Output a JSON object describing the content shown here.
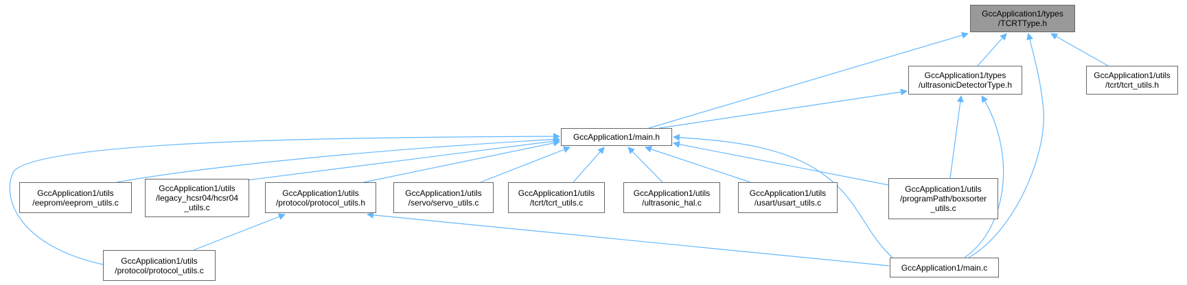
{
  "colors": {
    "edge": "#63b8ff",
    "node_border": "#666666",
    "current_node_fill": "#999999"
  },
  "nodes": {
    "tcrttype_h": {
      "lines": [
        "GccApplication1/types",
        "/TCRTType.h"
      ],
      "current": true
    },
    "ultrasonicdetectortype_h": {
      "lines": [
        "GccApplication1/types",
        "/ultrasonicDetectorType.h"
      ]
    },
    "tcrt_utils_h": {
      "lines": [
        "GccApplication1/utils",
        "/tcrt/tcrt_utils.h"
      ]
    },
    "main_h": {
      "lines": [
        "GccApplication1/main.h"
      ]
    },
    "eeprom_utils_c": {
      "lines": [
        "GccApplication1/utils",
        "/eeprom/eeprom_utils.c"
      ]
    },
    "hcsr04_utils_c": {
      "lines": [
        "GccApplication1/utils",
        "/legacy_hcsr04/hcsr04",
        "_utils.c"
      ]
    },
    "protocol_utils_h": {
      "lines": [
        "GccApplication1/utils",
        "/protocol/protocol_utils.h"
      ]
    },
    "servo_utils_c": {
      "lines": [
        "GccApplication1/utils",
        "/servo/servo_utils.c"
      ]
    },
    "tcrt_utils_c": {
      "lines": [
        "GccApplication1/utils",
        "/tcrt/tcrt_utils.c"
      ]
    },
    "ultrasonic_hal_c": {
      "lines": [
        "GccApplication1/utils",
        "/ultrasonic_hal.c"
      ]
    },
    "usart_utils_c": {
      "lines": [
        "GccApplication1/utils",
        "/usart/usart_utils.c"
      ]
    },
    "boxsorter_utils_c": {
      "lines": [
        "GccApplication1/utils",
        "/programPath/boxsorter",
        "_utils.c"
      ]
    },
    "protocol_utils_c": {
      "lines": [
        "GccApplication1/utils",
        "/protocol/protocol_utils.c"
      ]
    },
    "main_c": {
      "lines": [
        "GccApplication1/main.c"
      ]
    }
  },
  "edges": [
    {
      "from": "ultrasonicdetectortype_h",
      "to": "tcrttype_h"
    },
    {
      "from": "tcrt_utils_h",
      "to": "tcrttype_h"
    },
    {
      "from": "main_h",
      "to": "tcrttype_h"
    },
    {
      "from": "main_c",
      "to": "tcrttype_h"
    },
    {
      "from": "main_h",
      "to": "ultrasonicdetectortype_h"
    },
    {
      "from": "boxsorter_utils_c",
      "to": "ultrasonicdetectortype_h"
    },
    {
      "from": "main_c",
      "to": "ultrasonicdetectortype_h"
    },
    {
      "from": "eeprom_utils_c",
      "to": "main_h"
    },
    {
      "from": "hcsr04_utils_c",
      "to": "main_h"
    },
    {
      "from": "protocol_utils_h",
      "to": "main_h"
    },
    {
      "from": "servo_utils_c",
      "to": "main_h"
    },
    {
      "from": "tcrt_utils_c",
      "to": "main_h"
    },
    {
      "from": "ultrasonic_hal_c",
      "to": "main_h"
    },
    {
      "from": "usart_utils_c",
      "to": "main_h"
    },
    {
      "from": "boxsorter_utils_c",
      "to": "main_h"
    },
    {
      "from": "protocol_utils_c",
      "to": "main_h"
    },
    {
      "from": "main_c",
      "to": "main_h"
    },
    {
      "from": "protocol_utils_c",
      "to": "protocol_utils_h"
    },
    {
      "from": "main_c",
      "to": "protocol_utils_h"
    }
  ]
}
